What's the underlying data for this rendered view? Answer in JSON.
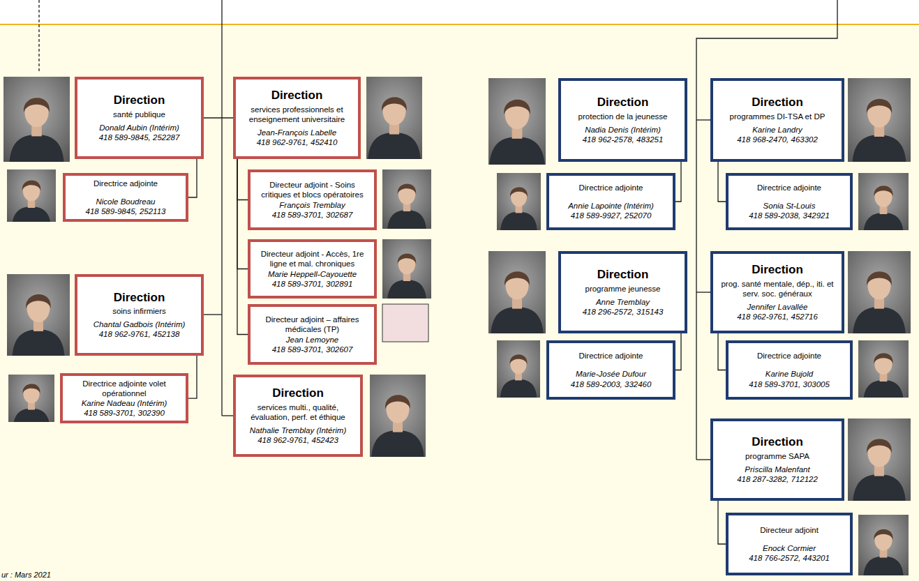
{
  "diagram": {
    "nodes": [
      {
        "text": [
          "Direction",
          "santé publique",
          "Donald Aubin (Intérim)",
          "418 589-9845, 252287"
        ]
      },
      {
        "text": [
          "Directrice adjointe",
          "Nicole Boudreau",
          "418 589-9845, 252113"
        ]
      },
      {
        "text": [
          "Direction",
          "soins infirmiers",
          "Chantal Gadbois (Intérim)",
          "418 962-9761, 452138"
        ]
      },
      {
        "text": [
          "Directrice adjointe volet opérationnel",
          "Karine Nadeau (Intérim)",
          "418 589-3701, 302390"
        ]
      },
      {
        "text": [
          "Direction",
          "services professionnels et enseignement universitaire",
          "Jean-François Labelle",
          "418 962-9761, 452410"
        ]
      },
      {
        "text": [
          "Directeur adjoint - Soins critiques et blocs opératoires",
          "François Tremblay",
          "418 589-3701, 302687"
        ]
      },
      {
        "text": [
          "Directeur adjoint - Accès, 1re ligne et mal. chroniques",
          "Marie Heppell-Cayouette",
          "418 589-3701, 302891"
        ]
      },
      {
        "text": [
          "Directeur adjoint – affaires médicales (TP)",
          "Jean Lemoyne",
          "418 589-3701, 302607"
        ]
      },
      {
        "text": [
          "Direction",
          "services multi., qualité, évaluation, perf. et éthique",
          "Nathalie Tremblay (Intérim)",
          "418 962-9761, 452423"
        ]
      },
      {
        "text": [
          "Direction",
          "protection de la jeunesse",
          "Nadia Denis (Intérim)",
          "418 962-2578, 483251"
        ]
      },
      {
        "text": [
          "Directrice adjointe",
          "Annie Lapointe (Intérim)",
          "418 589-9927, 252070"
        ]
      },
      {
        "text": [
          "Direction",
          "programme jeunesse",
          "Anne Tremblay",
          "418 296-2572, 315143"
        ]
      },
      {
        "text": [
          "Directrice adjointe",
          "Marie-Josée Dufour",
          "418 589-2003, 332460"
        ]
      },
      {
        "text": [
          "Direction",
          "programmes DI-TSA et DP",
          "Karine Landry",
          "418 968-2470, 463302"
        ]
      },
      {
        "text": [
          "Directrice adjointe",
          "Sonia St-Louis",
          "418 589-2038, 342921"
        ]
      },
      {
        "text": [
          "Direction",
          "prog. santé mentale, dép., iti. et serv. soc. généraux",
          "Jennifer Lavallée",
          "418 962-9761, 452716"
        ]
      },
      {
        "text": [
          "Directrice adjointe",
          "Karine Bujold",
          "418 589-3701, 303005"
        ]
      },
      {
        "text": [
          "Direction",
          "programme SAPA",
          "Priscilla Malenfant",
          "418 287-3282, 712122"
        ]
      },
      {
        "text": [
          "Directeur adjoint",
          "Enock Cormier",
          "418 766-2572, 443201"
        ]
      }
    ],
    "edges": [
      {
        "from": 0,
        "to": 4,
        "arrow": "none"
      },
      {
        "from": 0,
        "to": 1,
        "arrow": "none"
      },
      {
        "from": 2,
        "to": 3,
        "arrow": "none"
      },
      {
        "from": 4,
        "to": 5,
        "arrow": "none"
      },
      {
        "from": 4,
        "to": 6,
        "arrow": "none"
      },
      {
        "from": 4,
        "to": 7,
        "arrow": "none"
      },
      {
        "from": 9,
        "to": 10,
        "arrow": "none"
      },
      {
        "from": 11,
        "to": 12,
        "arrow": "none"
      },
      {
        "from": 13,
        "to": 14,
        "arrow": "none"
      },
      {
        "from": 15,
        "to": 16,
        "arrow": "none"
      },
      {
        "from": 17,
        "to": 18,
        "arrow": "none"
      }
    ],
    "labels": [
      "ur : Mars 2021"
    ]
  }
}
